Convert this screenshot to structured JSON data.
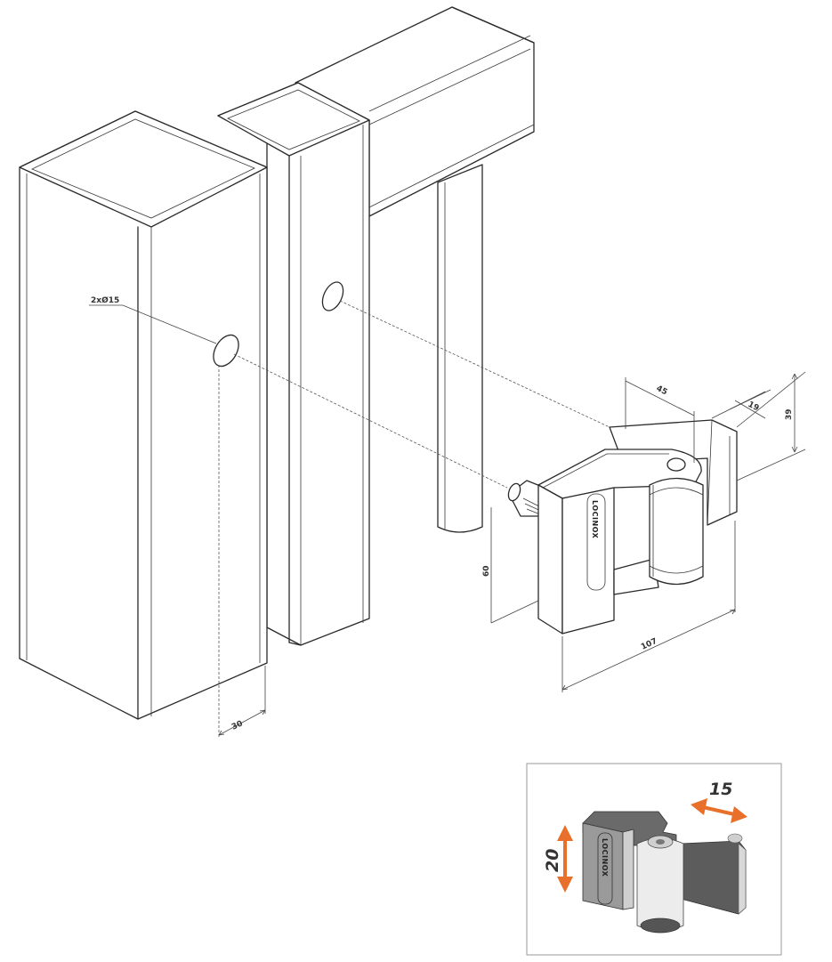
{
  "dimensions": {
    "holes": "2xØ15",
    "post_offset": "30",
    "hinge_length": "107",
    "hinge_height": "60",
    "leaf_width": "45",
    "leaf_small": "19",
    "leaf_height": "39"
  },
  "brand": {
    "logo_text": "LOCINOX"
  },
  "inset": {
    "vertical_adjust": "20",
    "horizontal_adjust": "15"
  },
  "colors": {
    "arrow": "#e8702a",
    "hinge_dark": "#5a5a5a",
    "hinge_light": "#e6e6e6"
  }
}
